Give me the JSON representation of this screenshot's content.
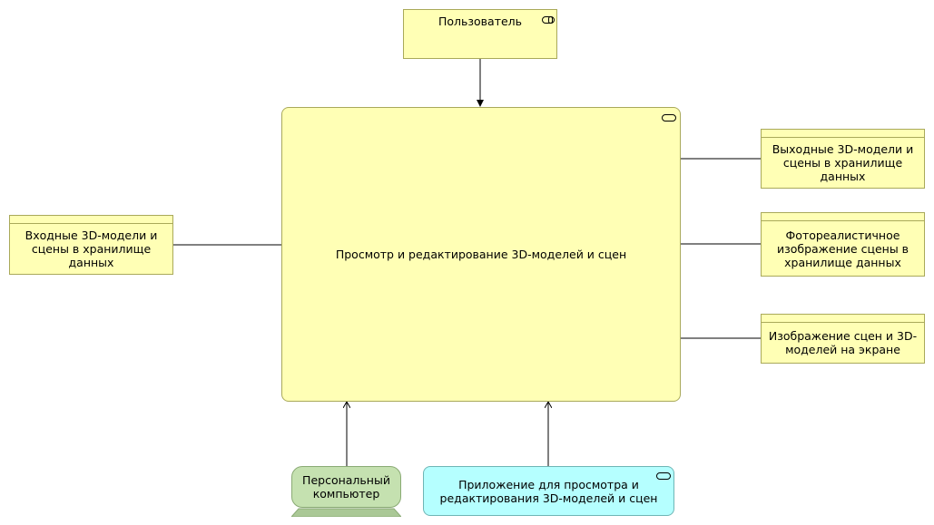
{
  "user": {
    "label": "Пользователь"
  },
  "main": {
    "label": "Просмотр и редактирование 3D-моделей и сцен"
  },
  "input_data": {
    "label": "Входные 3D-модели и сцены в хранилище данных"
  },
  "output_models": {
    "label": "Выходные 3D-модели и сцены в хранилище данных"
  },
  "photo_image": {
    "label": "Фотореалистичное изображение сцены в хранилище данных"
  },
  "screen_image": {
    "label": "Изображение сцен и 3D-моделей на экране"
  },
  "computer": {
    "label": "Персональный компьютер"
  },
  "application": {
    "label": "Приложение для просмотра и редактирования 3D-моделей и сцен"
  },
  "colors": {
    "function_fill": "#ffffb5",
    "node_fill": "#c5e1b0",
    "application_fill": "#b5ffff"
  }
}
